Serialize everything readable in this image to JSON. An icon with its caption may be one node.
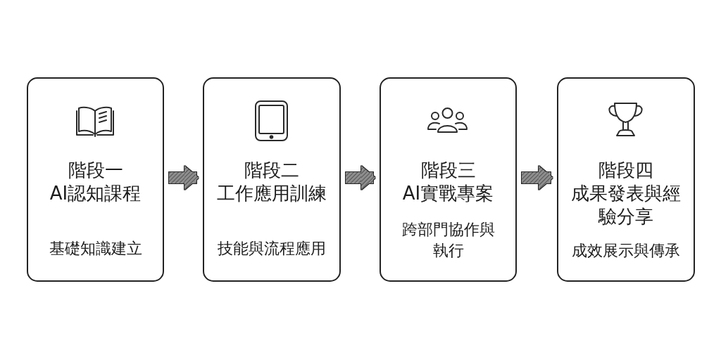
{
  "diagram": {
    "nodes": [
      {
        "text": [
          "階段一",
          "AI認知課程",
          "基礎知識建立"
        ]
      },
      {
        "text": [
          "階段二",
          "工作應用訓練",
          "技能與流程應用"
        ]
      },
      {
        "text": [
          "階段三",
          "AI實戰專案",
          "跨部門協作與執行"
        ]
      },
      {
        "text": [
          "階段四",
          "成果發表與經驗分享",
          "成效展示與傳承"
        ]
      }
    ],
    "edges": [
      {
        "from": 0,
        "to": 1,
        "arrow": "to"
      },
      {
        "from": 1,
        "to": 2,
        "arrow": "to"
      },
      {
        "from": 2,
        "to": 3,
        "arrow": "to"
      }
    ]
  }
}
